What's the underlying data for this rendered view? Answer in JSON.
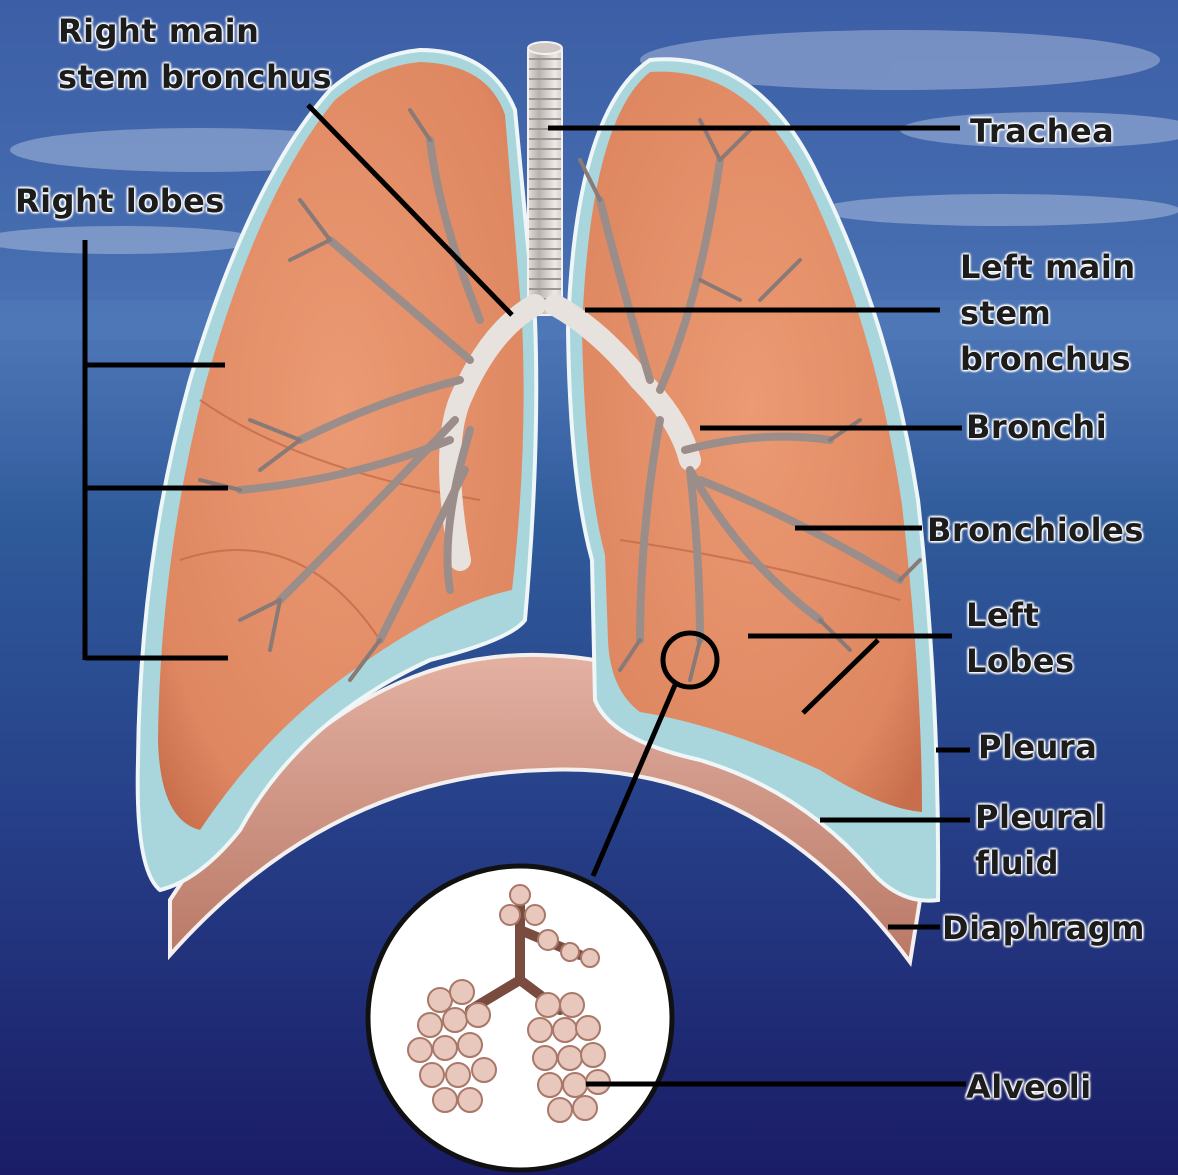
{
  "labels": {
    "right_main_stem_bronchus": "Right main\nstem bronchus",
    "right_lobes": "Right lobes",
    "trachea": "Trachea",
    "left_main_stem_bronchus": "Left main\nstem\nbronchus",
    "bronchi": "Bronchi",
    "bronchioles": "Bronchioles",
    "left_lobes": "Left\nLobes",
    "pleura": "Pleura",
    "pleural_fluid": "Pleural\nfluid",
    "diaphragm": "Diaphragm",
    "alveoli": "Alveoli"
  },
  "colors": {
    "sky_top": "#3f63a8",
    "sea_bottom": "#1a1e6b",
    "lung_tissue": "#e59068",
    "lung_tissue_dark": "#c9704f",
    "pleura": "#a9d6dc",
    "diaphragm": "#d79a8a",
    "airway": "#d8d2cf",
    "leader_line": "#000000"
  }
}
